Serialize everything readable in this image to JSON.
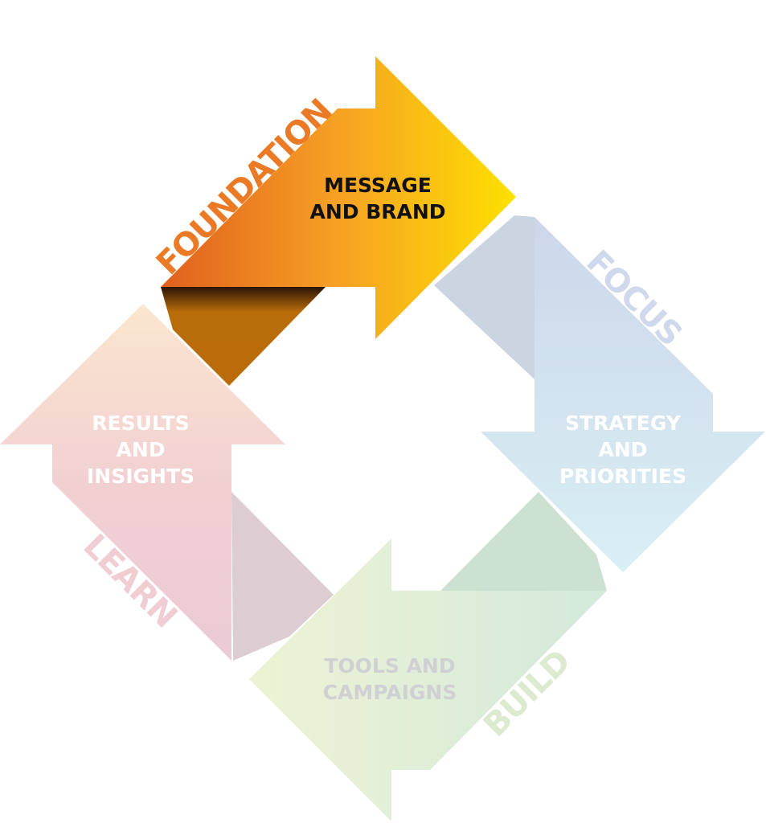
{
  "cycle": [
    {
      "stage": "FOUNDATION",
      "label_line1": "MESSAGE",
      "label_line2": "AND BRAND",
      "color": "#f39a1e"
    },
    {
      "stage": "FOCUS",
      "label_line1": "STRATEGY",
      "label_line2": "AND",
      "label_line3": "PRIORITIES",
      "color": "#cfe3f2"
    },
    {
      "stage": "BUILD",
      "label_line1": "TOOLS AND",
      "label_line2": "CAMPAIGNS",
      "color": "#e4f0d4"
    },
    {
      "stage": "LEARN",
      "label_line1": "RESULTS",
      "label_line2": "AND",
      "label_line3": "INSIGHTS",
      "color": "#f0d0d6"
    }
  ]
}
